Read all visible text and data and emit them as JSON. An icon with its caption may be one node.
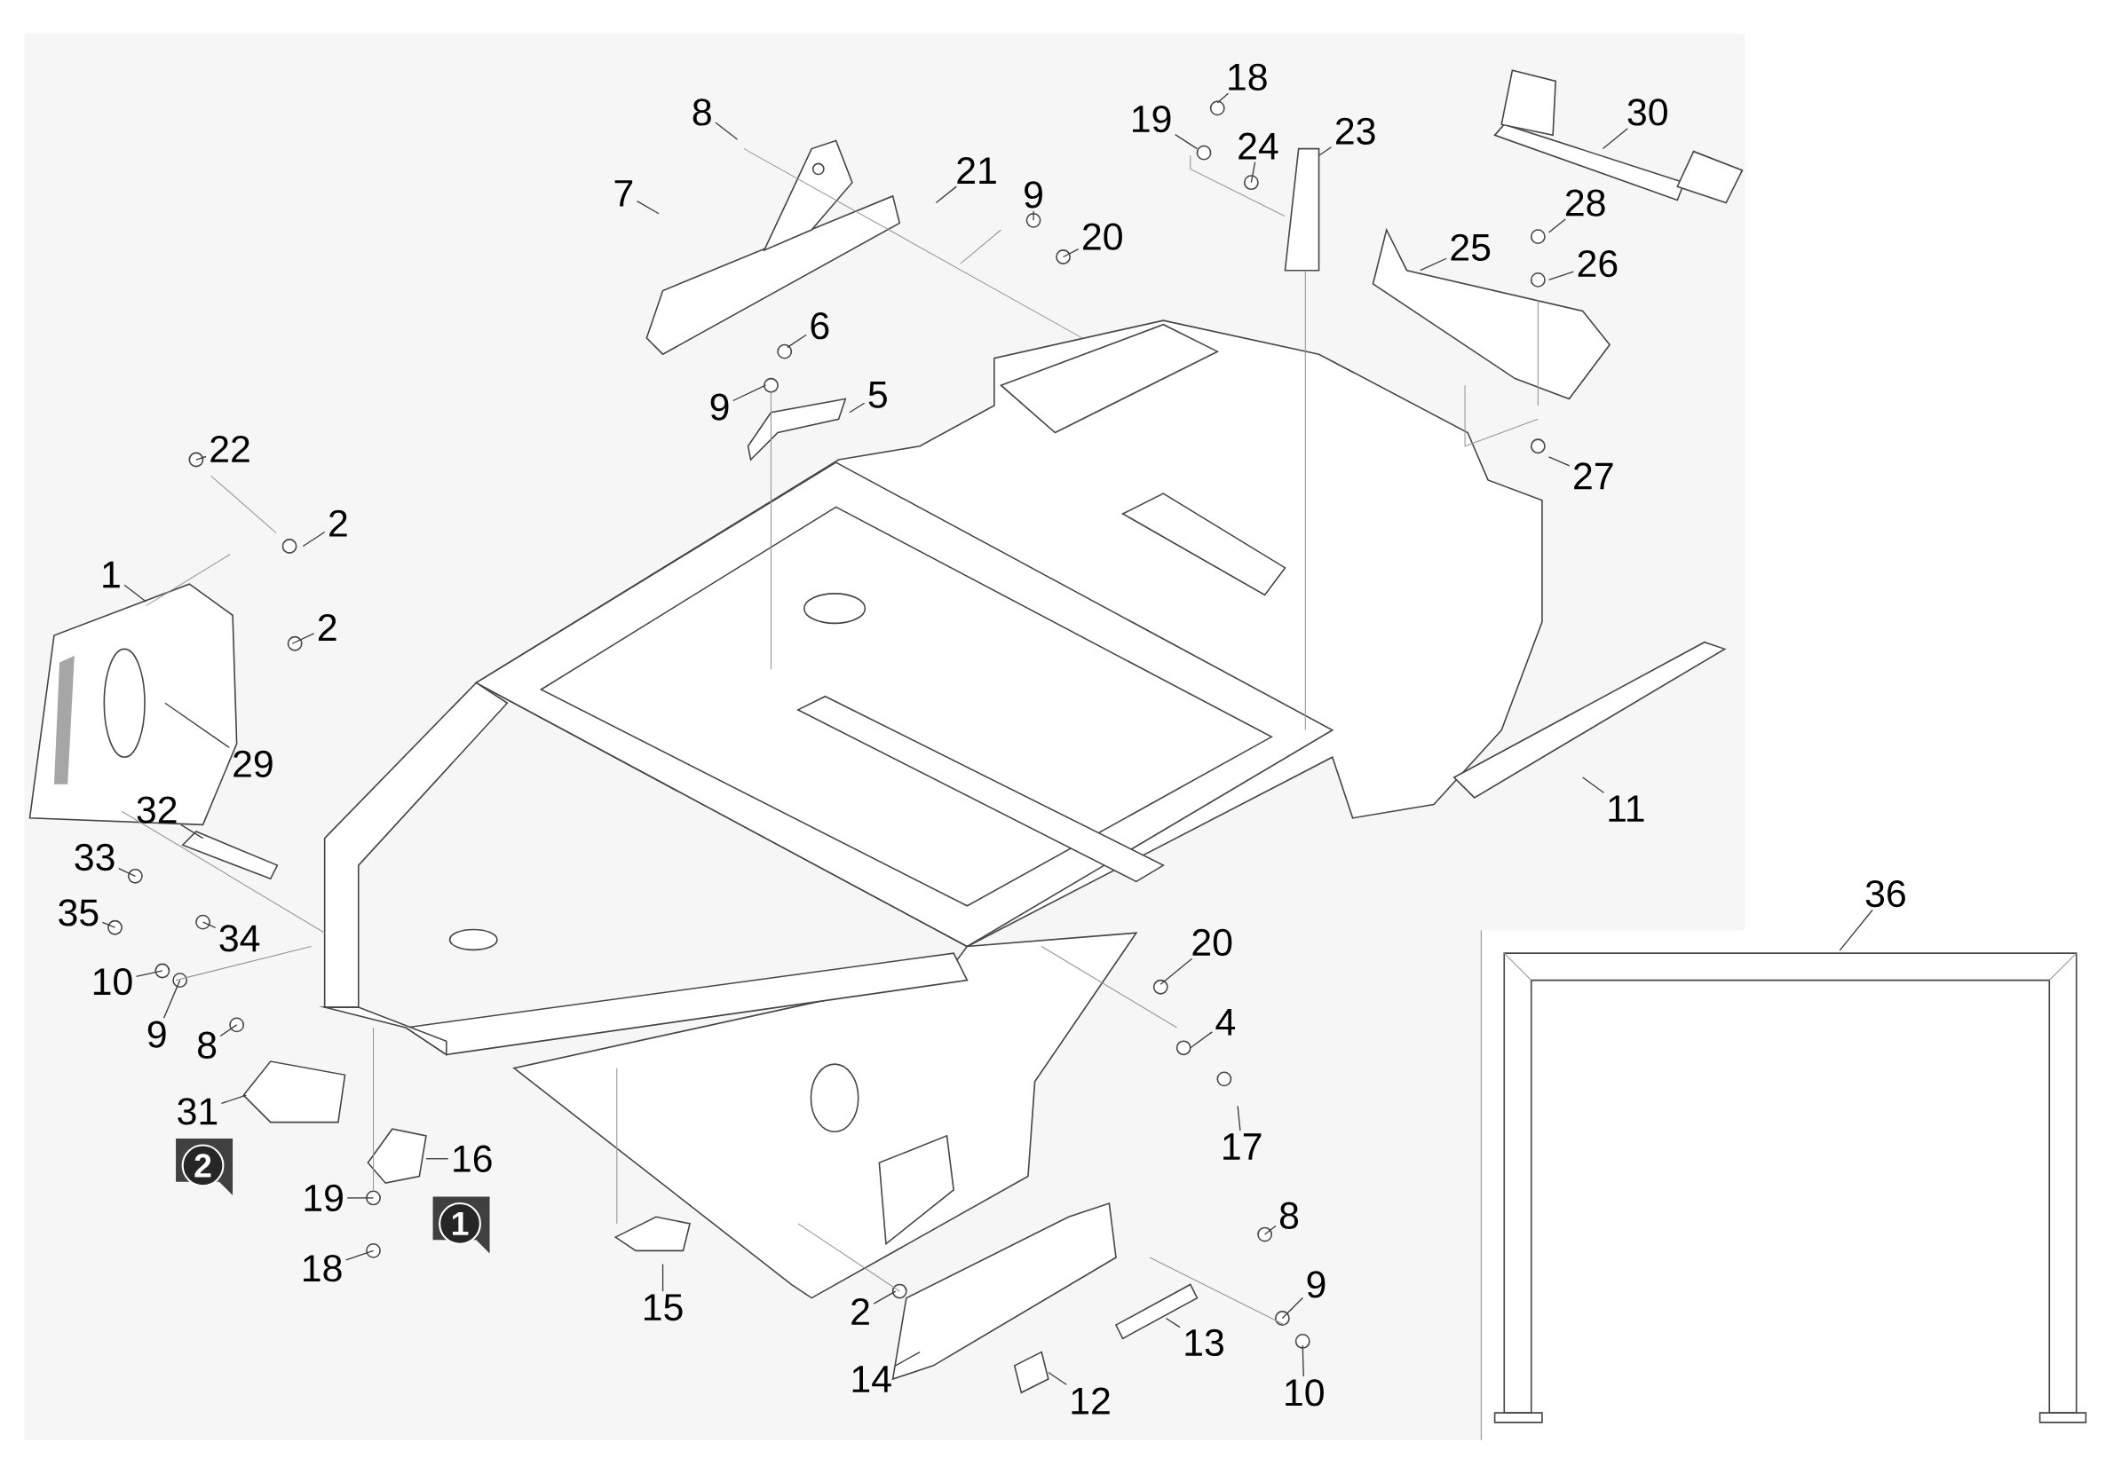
{
  "diagram": {
    "nodes": [
      {
        "text": [
          "18"
        ]
      },
      {
        "text": [
          "19"
        ]
      },
      {
        "text": [
          "8"
        ]
      },
      {
        "text": [
          "30"
        ]
      },
      {
        "text": [
          "23"
        ]
      },
      {
        "text": [
          "24"
        ]
      },
      {
        "text": [
          "21"
        ]
      },
      {
        "text": [
          "7"
        ]
      },
      {
        "text": [
          "9"
        ]
      },
      {
        "text": [
          "28"
        ]
      },
      {
        "text": [
          "20"
        ]
      },
      {
        "text": [
          "25"
        ]
      },
      {
        "text": [
          "26"
        ]
      },
      {
        "text": [
          "6"
        ]
      },
      {
        "text": [
          "5"
        ]
      },
      {
        "text": [
          "9"
        ]
      },
      {
        "text": [
          "22"
        ]
      },
      {
        "text": [
          "27"
        ]
      },
      {
        "text": [
          "2"
        ]
      },
      {
        "text": [
          "1"
        ]
      },
      {
        "text": [
          "2"
        ]
      },
      {
        "text": [
          "29"
        ]
      },
      {
        "text": [
          "11"
        ]
      },
      {
        "text": [
          "32"
        ]
      },
      {
        "text": [
          "33"
        ]
      },
      {
        "text": [
          "36"
        ]
      },
      {
        "text": [
          "35"
        ]
      },
      {
        "text": [
          "34"
        ]
      },
      {
        "text": [
          "20"
        ]
      },
      {
        "text": [
          "10"
        ]
      },
      {
        "text": [
          "4"
        ]
      },
      {
        "text": [
          "9"
        ]
      },
      {
        "text": [
          "8"
        ]
      },
      {
        "text": [
          "31"
        ]
      },
      {
        "text": [
          "17"
        ]
      },
      {
        "text": [
          "16"
        ]
      },
      {
        "text": [
          "19"
        ]
      },
      {
        "text": [
          "8"
        ]
      },
      {
        "text": [
          "18"
        ]
      },
      {
        "text": [
          "9"
        ]
      },
      {
        "text": [
          "15"
        ]
      },
      {
        "text": [
          "2"
        ]
      },
      {
        "text": [
          "13"
        ]
      },
      {
        "text": [
          "14"
        ]
      },
      {
        "text": [
          "10"
        ]
      },
      {
        "text": [
          "12"
        ]
      }
    ],
    "edges": [
      {
        "from": 0,
        "to": null,
        "arrow": "none"
      },
      {
        "from": 1,
        "to": null,
        "arrow": "none"
      },
      {
        "from": 2,
        "to": null,
        "arrow": "none"
      },
      {
        "from": 3,
        "to": null,
        "arrow": "none"
      },
      {
        "from": 4,
        "to": null,
        "arrow": "none"
      },
      {
        "from": 5,
        "to": null,
        "arrow": "none"
      },
      {
        "from": 6,
        "to": null,
        "arrow": "none"
      },
      {
        "from": 7,
        "to": null,
        "arrow": "none"
      },
      {
        "from": 8,
        "to": null,
        "arrow": "none"
      },
      {
        "from": 9,
        "to": null,
        "arrow": "none"
      },
      {
        "from": 10,
        "to": null,
        "arrow": "none"
      },
      {
        "from": 11,
        "to": null,
        "arrow": "none"
      },
      {
        "from": 12,
        "to": null,
        "arrow": "none"
      },
      {
        "from": 13,
        "to": null,
        "arrow": "none"
      },
      {
        "from": 14,
        "to": null,
        "arrow": "none"
      },
      {
        "from": 15,
        "to": null,
        "arrow": "none"
      },
      {
        "from": 16,
        "to": null,
        "arrow": "none"
      },
      {
        "from": 17,
        "to": null,
        "arrow": "none"
      },
      {
        "from": 18,
        "to": null,
        "arrow": "none"
      },
      {
        "from": 19,
        "to": null,
        "arrow": "none"
      },
      {
        "from": 20,
        "to": null,
        "arrow": "none"
      },
      {
        "from": 21,
        "to": null,
        "arrow": "none"
      },
      {
        "from": 22,
        "to": null,
        "arrow": "none"
      },
      {
        "from": 23,
        "to": null,
        "arrow": "none"
      },
      {
        "from": 24,
        "to": null,
        "arrow": "none"
      },
      {
        "from": 25,
        "to": null,
        "arrow": "none"
      },
      {
        "from": 26,
        "to": null,
        "arrow": "none"
      },
      {
        "from": 27,
        "to": null,
        "arrow": "none"
      },
      {
        "from": 28,
        "to": null,
        "arrow": "none"
      },
      {
        "from": 29,
        "to": null,
        "arrow": "none"
      },
      {
        "from": 30,
        "to": null,
        "arrow": "none"
      },
      {
        "from": 31,
        "to": null,
        "arrow": "none"
      },
      {
        "from": 32,
        "to": null,
        "arrow": "none"
      },
      {
        "from": 33,
        "to": null,
        "arrow": "none"
      },
      {
        "from": 34,
        "to": null,
        "arrow": "none"
      },
      {
        "from": 35,
        "to": null,
        "arrow": "none"
      },
      {
        "from": 36,
        "to": null,
        "arrow": "none"
      },
      {
        "from": 37,
        "to": null,
        "arrow": "none"
      },
      {
        "from": 38,
        "to": null,
        "arrow": "none"
      },
      {
        "from": 39,
        "to": null,
        "arrow": "none"
      },
      {
        "from": 40,
        "to": null,
        "arrow": "none"
      },
      {
        "from": 41,
        "to": null,
        "arrow": "none"
      },
      {
        "from": 42,
        "to": null,
        "arrow": "none"
      },
      {
        "from": 43,
        "to": null,
        "arrow": "none"
      },
      {
        "from": 44,
        "to": null,
        "arrow": "none"
      },
      {
        "from": 45,
        "to": null,
        "arrow": "none"
      }
    ],
    "labels": [
      "2",
      "1"
    ]
  }
}
